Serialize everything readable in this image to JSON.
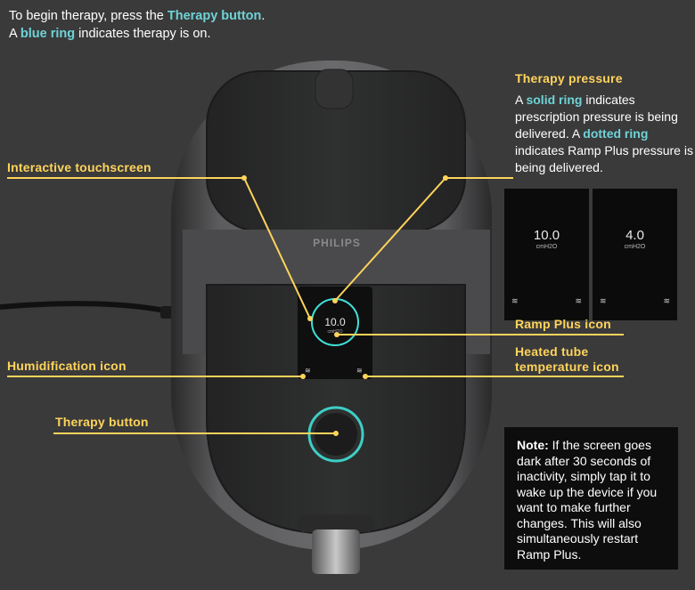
{
  "intro": {
    "line1_pre": "To begin therapy, press the ",
    "line1_hl": "Therapy button",
    "line1_post": ".",
    "line2_pre": "A ",
    "line2_hl": "blue ring",
    "line2_post": " indicates therapy is on."
  },
  "therapy_pressure": {
    "title": "Therapy pressure",
    "p1": "A ",
    "hl1": "solid ring",
    "p2": " indicates prescription pressure is being delivered. A ",
    "hl2": "dotted ring",
    "p3": " indicates Ramp Plus pressure is being delivered."
  },
  "callouts": {
    "touchscreen": "Interactive touchscreen",
    "humidification": "Humidification icon",
    "therapy_button": "Therapy button",
    "ramp_plus": "Ramp Plus icon",
    "heated_tube": "Heated tube temperature icon"
  },
  "device": {
    "brand": "PHILIPS",
    "display_value": "10.0",
    "display_unit": "cmH2O"
  },
  "screens": {
    "solid": {
      "value": "10.0",
      "unit": "cmH2O"
    },
    "dotted": {
      "value": "4.0",
      "unit": "cmH2O"
    }
  },
  "note": {
    "label": "Note:",
    "text": " If the screen goes dark after 30 seconds of inactivity, simply tap it to wake up the device if you want to make further changes. This will also simultaneously restart Ramp Plus."
  },
  "colors": {
    "background": "#3a3a3b",
    "accent_text": "#6fd3d6",
    "callout_yellow": "#ffd45a",
    "ring_teal": "#3fe0d6"
  }
}
